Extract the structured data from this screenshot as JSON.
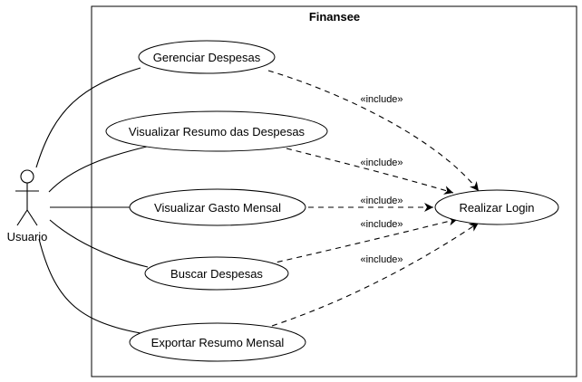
{
  "system": {
    "name": "Finansee"
  },
  "actor": {
    "name": "Usuario"
  },
  "use_cases": [
    {
      "id": "gerenciar",
      "label": "Gerenciar Despesas"
    },
    {
      "id": "resumo",
      "label": "Visualizar Resumo das Despesas"
    },
    {
      "id": "gasto",
      "label": "Visualizar Gasto Mensal"
    },
    {
      "id": "buscar",
      "label": "Buscar Despesas"
    },
    {
      "id": "exportar",
      "label": "Exportar Resumo Mensal"
    },
    {
      "id": "login",
      "label": "Realizar Login"
    }
  ],
  "relations": [
    {
      "from": "gerenciar",
      "to": "login",
      "label": "«include»"
    },
    {
      "from": "resumo",
      "to": "login",
      "label": "«include»"
    },
    {
      "from": "gasto",
      "to": "login",
      "label": "«include»"
    },
    {
      "from": "buscar",
      "to": "login",
      "label": "«include»"
    },
    {
      "from": "exportar",
      "to": "login",
      "label": "«include»"
    }
  ]
}
